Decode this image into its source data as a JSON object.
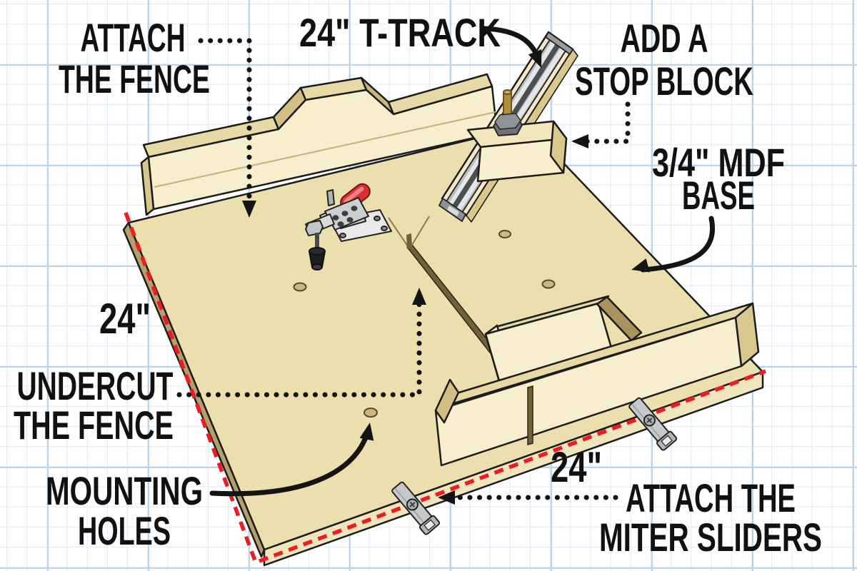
{
  "figure": {
    "type": "annotated isometric illustration",
    "subject": "table saw crosscut sled on graph paper"
  },
  "labels": {
    "attach_fence": {
      "line1": "ATTACH",
      "line2": "THE FENCE"
    },
    "t_track": {
      "line1": "24\" T-TRACK"
    },
    "stop_block": {
      "line1": "ADD A",
      "line2": "STOP BLOCK"
    },
    "mdf_base": {
      "line1": "3/4\" MDF",
      "line2": "BASE"
    },
    "dim_left": {
      "value": "24\""
    },
    "undercut_fence": {
      "line1": "UNDERCUT",
      "line2": "THE FENCE"
    },
    "mounting_holes": {
      "line1": "MOUNTING",
      "line2": "HOLES"
    },
    "dim_bottom": {
      "value": "24\""
    },
    "miter_sliders": {
      "line1": "ATTACH THE",
      "line2": "MITER SLIDERS"
    }
  },
  "colors": {
    "grid_minor": "#e0eaf5",
    "grid_major": "#bcd4e9",
    "callout_red_dash": "#ec1c24",
    "label_text": "#111111",
    "outline": "#1c1c1c",
    "wood_front": "#f6eecd",
    "wood_top": "#ebdfae",
    "wood_edge": "#d9c78d",
    "wood_dark_cut": "#a8935f",
    "kerf": "#6f6138",
    "metal_track": "#b9bcbe",
    "metal_slider": "#c6c9cb",
    "clamp_handle_red": "#dc2e33",
    "knob_gray": "#6e7175",
    "brass_stud": "#b28c40"
  }
}
